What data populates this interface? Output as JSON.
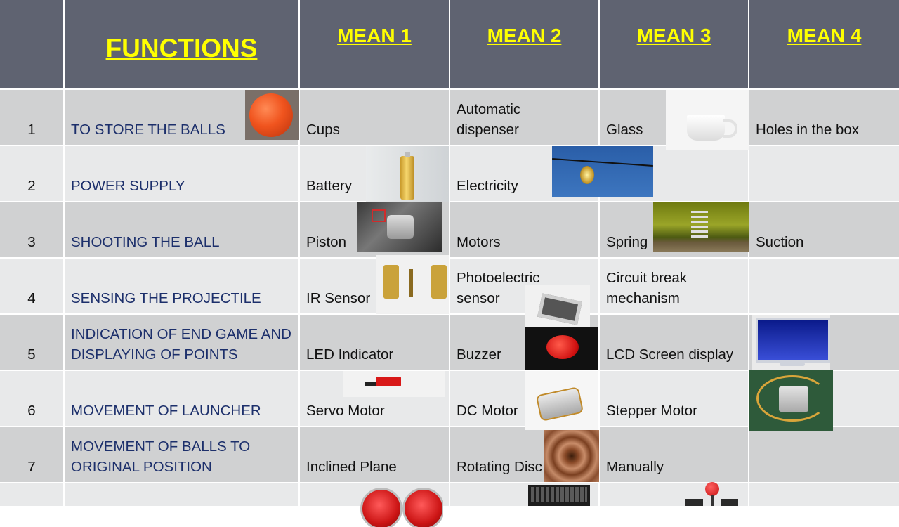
{
  "header": {
    "functions": "FUNCTIONS",
    "mean1": "MEAN 1",
    "mean2": "MEAN 2",
    "mean3": "MEAN 3",
    "mean4": "MEAN 4"
  },
  "rows": [
    {
      "num": "1",
      "function": "TO STORE THE BALLS",
      "mean1": "Cups",
      "mean2": "Automatic\ndispenser",
      "mean3": "Glass",
      "mean4": "Holes in the box"
    },
    {
      "num": "2",
      "function": "POWER SUPPLY",
      "mean1": "Battery",
      "mean2": "Electricity",
      "mean3": "",
      "mean4": ""
    },
    {
      "num": "3",
      "function": "SHOOTING THE BALL",
      "mean1": "Piston",
      "mean2": "Motors",
      "mean3": "Spring",
      "mean4": "Suction"
    },
    {
      "num": "4",
      "function": "SENSING THE PROJECTILE",
      "mean1": "IR Sensor",
      "mean2": "Photoelectric\nsensor",
      "mean3": "Circuit break\nmechanism",
      "mean4": ""
    },
    {
      "num": "5",
      "function": "INDICATION OF END GAME AND\nDISPLAYING OF POINTS",
      "mean1": "LED Indicator",
      "mean2": "Buzzer",
      "mean3": "LCD Screen display",
      "mean4": ""
    },
    {
      "num": "6",
      "function": "MOVEMENT OF LAUNCHER",
      "mean1": "Servo Motor",
      "mean2": "DC Motor",
      "mean3": "Stepper Motor",
      "mean4": ""
    },
    {
      "num": "7",
      "function": "MOVEMENT OF BALLS TO\nORIGINAL POSITION",
      "mean1": "Inclined Plane",
      "mean2": "Rotating Disc",
      "mean3": "Manually",
      "mean4": ""
    },
    {
      "num": "",
      "function": "",
      "mean1": "",
      "mean2": "",
      "mean3": "",
      "mean4": ""
    }
  ],
  "pictures": [
    "orange-ball-photo",
    "white-cup-photo",
    "aa-battery-photo",
    "light-bulb-wire-photo",
    "piston-engine-photo",
    "coil-spring-photo",
    "ir-sensor-modules-photo",
    "photoelectric-sensor-chip-photo",
    "red-buzzer-button-photo",
    "lcd-monitor-photo",
    "servo-motor-photo",
    "dc-motor-photo",
    "stepper-motor-photo",
    "rotating-disc-photo",
    "red-arcade-buttons-photo",
    "keyboard-photo",
    "joystick-photo"
  ],
  "colors": {
    "header_bg": "#5f6371",
    "header_text": "#ffff00",
    "row_dark": "#d0d1d2",
    "row_light": "#e8e9ea",
    "function_text": "#1c2f6b"
  }
}
